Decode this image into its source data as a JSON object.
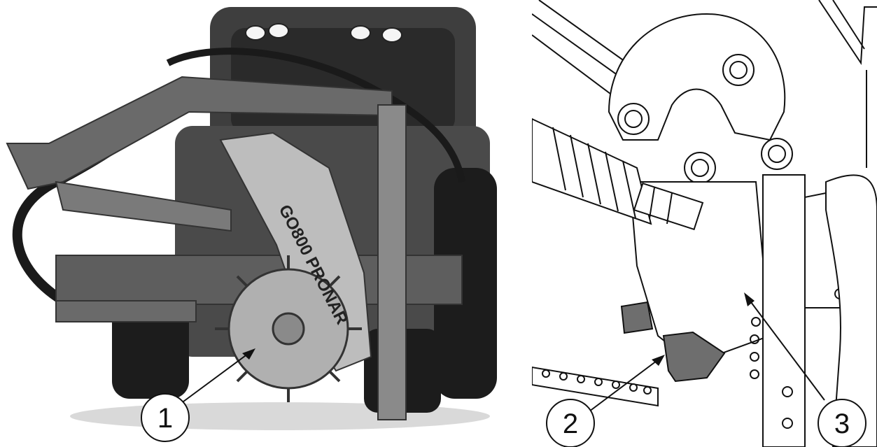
{
  "figure": {
    "machine_label": "GO800 PRONAR",
    "callouts": [
      {
        "number": "1",
        "target": "cutting-wheel"
      },
      {
        "number": "2",
        "target": "guard-plate"
      },
      {
        "number": "3",
        "target": "mounting-bracket"
      }
    ]
  },
  "colors": {
    "metal_light": "#bdbdbd",
    "metal_dark": "#3a3a3a",
    "tractor_body": "#4a4a4a",
    "tire": "#1c1c1c",
    "line": "#111111",
    "drawing_fill_grey": "#6e6e6e"
  }
}
